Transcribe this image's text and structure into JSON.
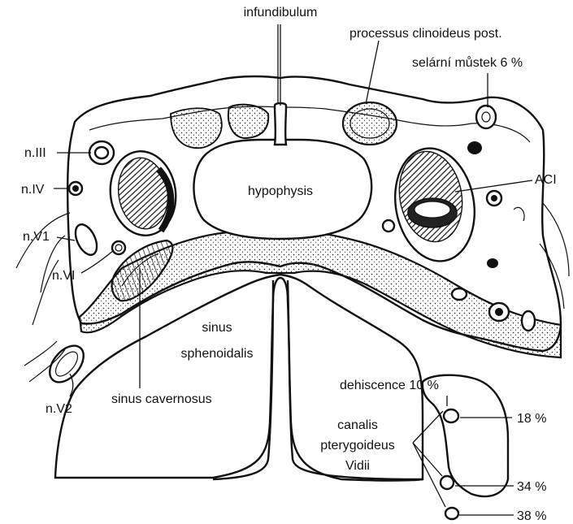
{
  "labels": {
    "infundibulum": "infundibulum",
    "processus": "processus clinoideus post.",
    "selarni": "selární můstek 6 %",
    "n3": "n.III",
    "n4": "n.IV",
    "aci": "ACI",
    "hypophysis": "hypophysis",
    "nv1": "n.V1",
    "nvi": "n.VI",
    "sinus1": "sinus",
    "sinus2": "sphenoidalis",
    "nv2": "n.V2",
    "cavernosus": "sinus cavernosus",
    "dehiscence": "dehiscence 10 %",
    "canalis1": "canalis",
    "canalis2": "pterygoideus",
    "canalis3": "Vidii",
    "p18": "18 %",
    "p34": "34 %",
    "p38": "38 %"
  }
}
